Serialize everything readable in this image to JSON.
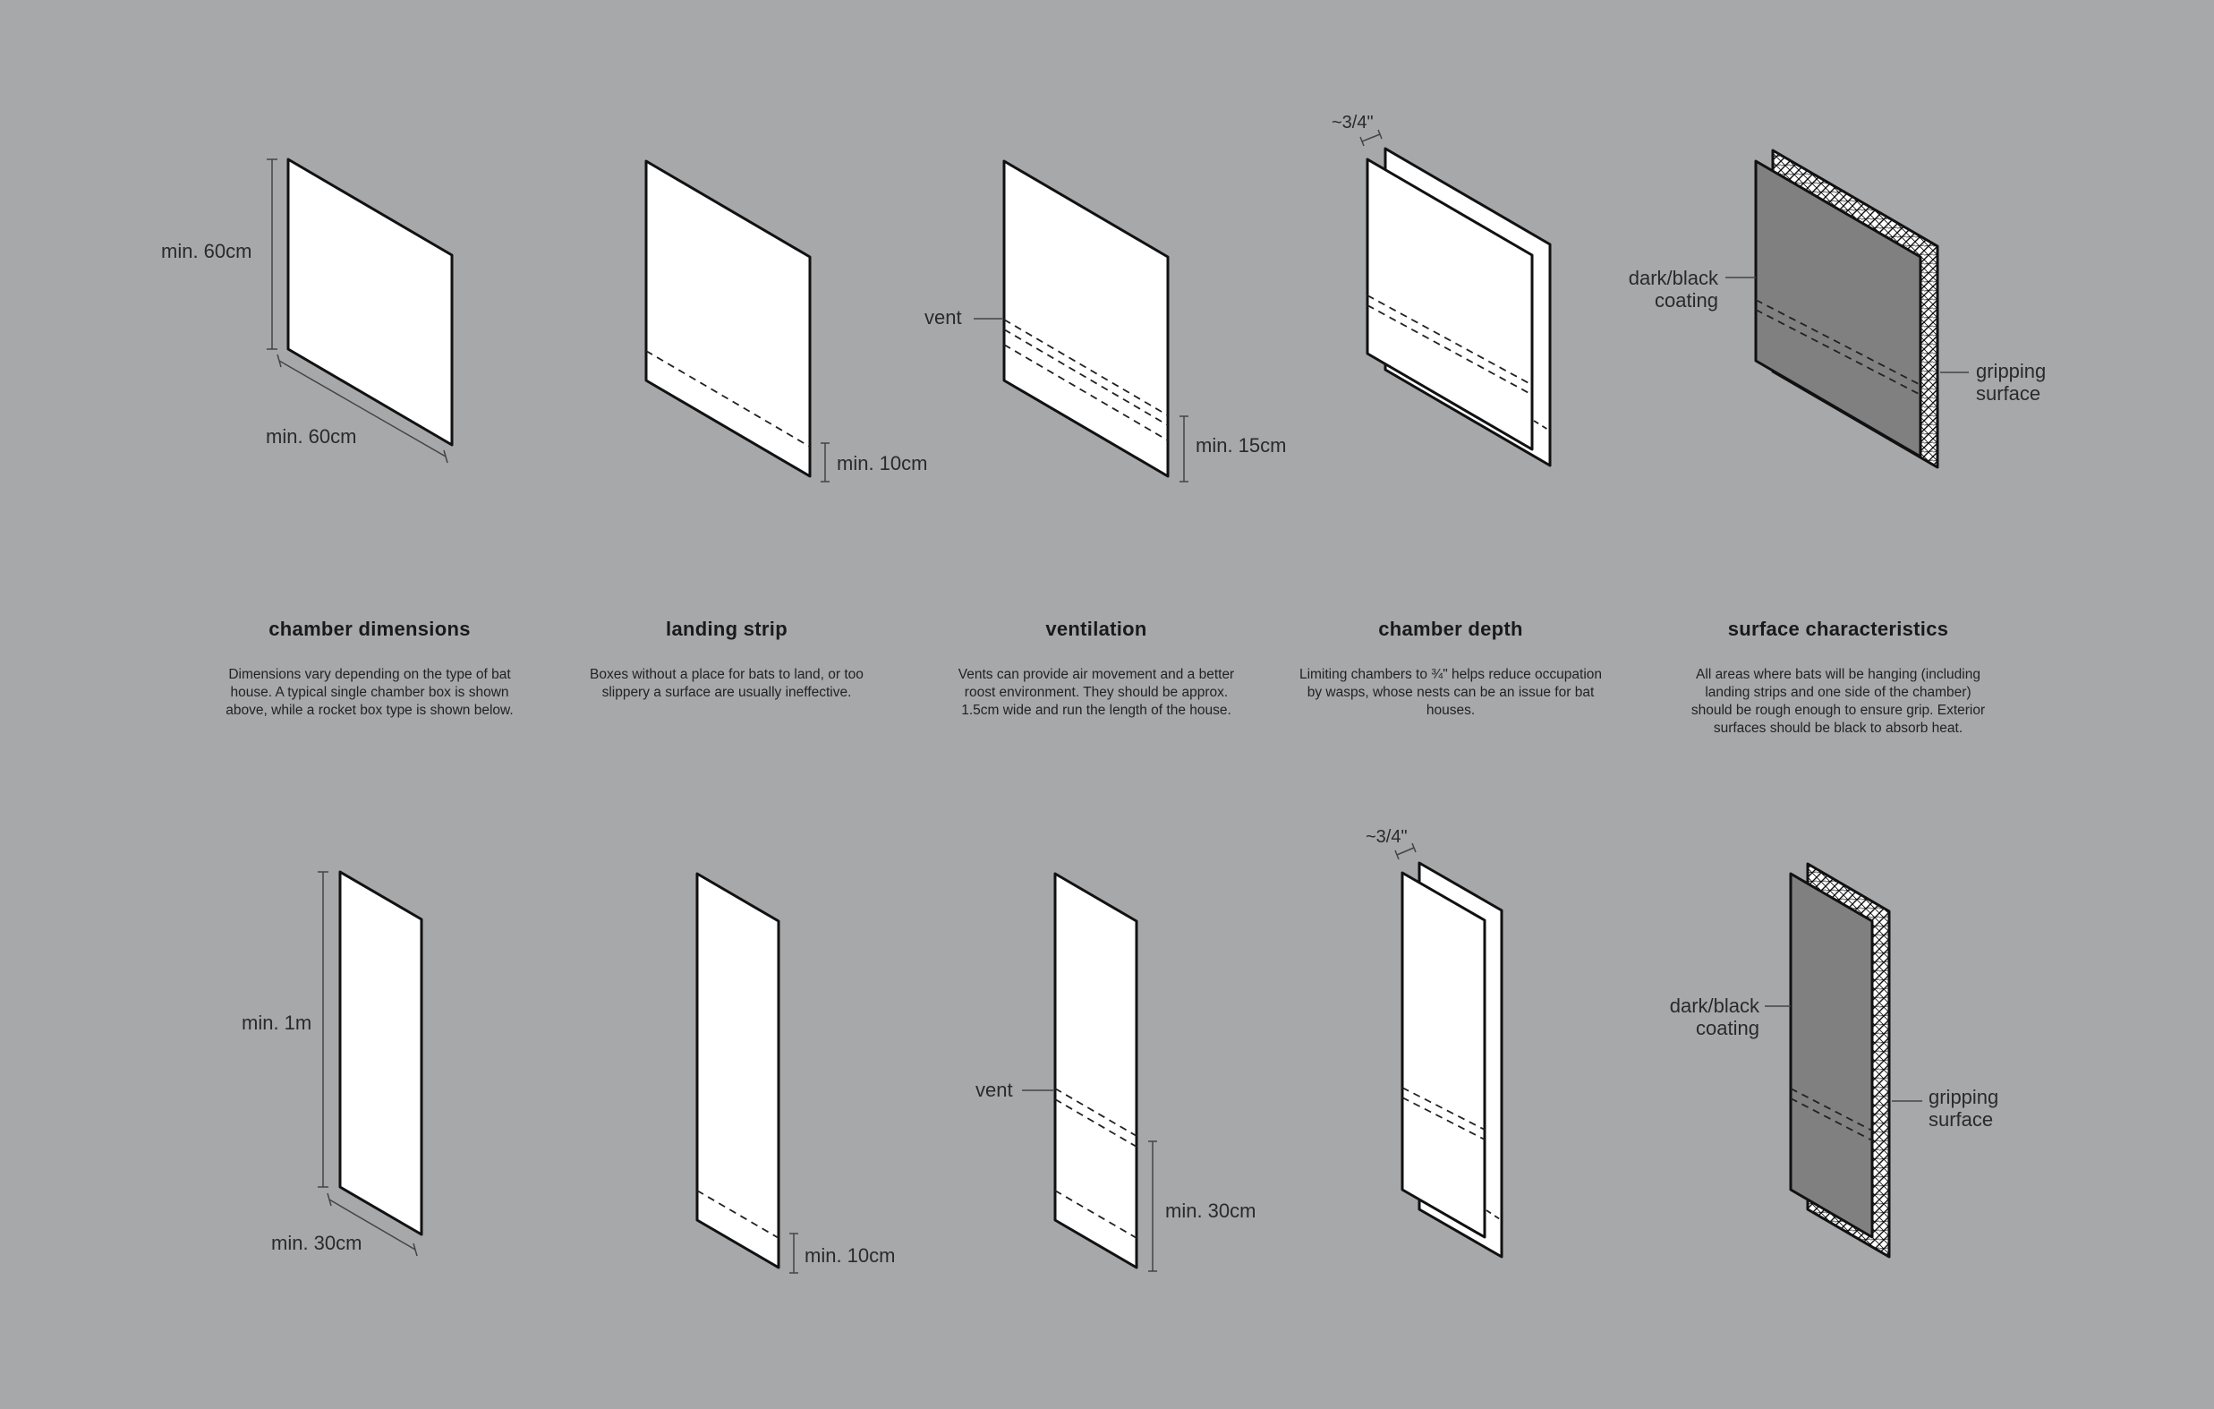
{
  "background_color": "#a7a8aa",
  "panel_color": "#ffffff",
  "coating_color": "#808080",
  "outline_color": "#111111",
  "columns": [
    {
      "title": "chamber dimensions",
      "text": "Dimensions vary depending on the type of bat house. A typical single chamber box is shown above, while a rocket box type is shown below."
    },
    {
      "title": "landing strip",
      "text": "Boxes without a place for bats to land, or too slippery a surface are usually ineffective."
    },
    {
      "title": "ventilation",
      "text": "Vents can provide air movement and a better roost environment. They should be approx. 1.5cm wide and run the length of the house."
    },
    {
      "title": "chamber depth",
      "text": "Limiting chambers to ¾\" helps reduce occupation by wasps, whose nests can be an issue for bat houses."
    },
    {
      "title": "surface characteristics",
      "text": "All areas where bats will be hanging (including landing strips and one side of the chamber) should be rough enough to ensure grip. Exterior surfaces should be black to absorb heat."
    }
  ],
  "labels": {
    "min60_height": "min. 60cm",
    "min60_width": "min. 60cm",
    "min10_top": "min. 10cm",
    "vent_top": "vent",
    "min15_top": "min. 15cm",
    "depth_top": "~3/4\"",
    "coating_line1_top": "dark/black",
    "coating_line2_top": "coating",
    "grip_line1_top": "gripping",
    "grip_line2_top": "surface",
    "min1m": "min. 1m",
    "min30_width": "min. 30cm",
    "min10_bottom": "min. 10cm",
    "vent_bottom": "vent",
    "min30_bottom": "min. 30cm",
    "depth_bottom": "~3/4\"",
    "coating_line1_bottom": "dark/black",
    "coating_line2_bottom": "coating",
    "grip_line1_bottom": "gripping",
    "grip_line2_bottom": "surface"
  }
}
